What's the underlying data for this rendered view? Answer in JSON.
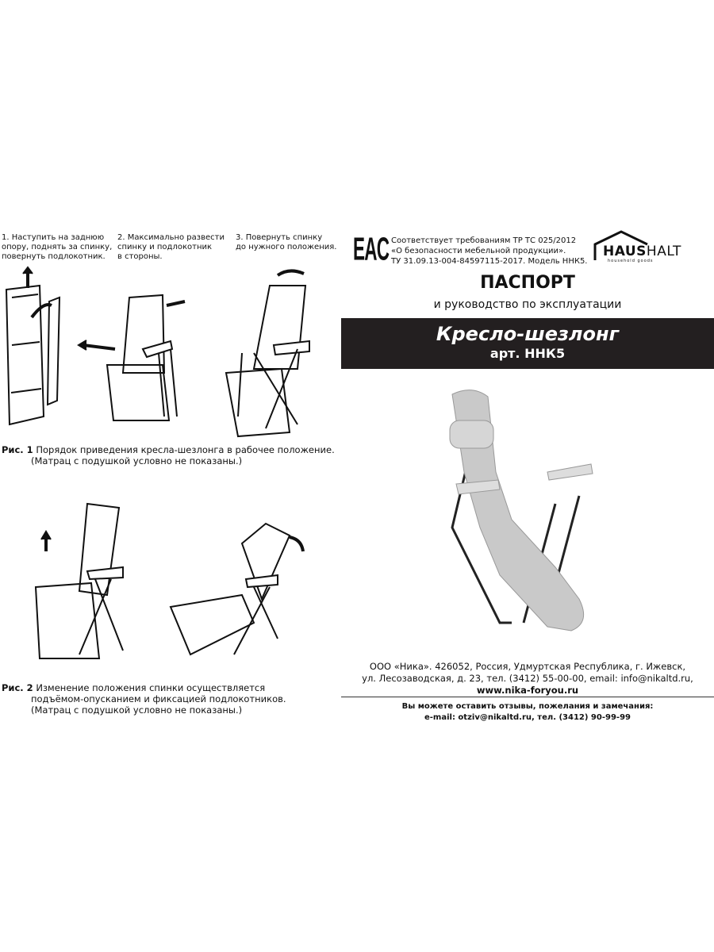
{
  "steps": [
    "1. Наступить на заднюю\nопору, поднять за спинку,\nповернуть подлокотник.",
    "2. Максимально развести\nспинку и подлокотник\nв стороны.",
    "3. Повернуть спинку\nдо нужного положения."
  ],
  "fig1": {
    "label": "Рис. 1",
    "text": "Порядок приведения кресла-шезлонга в рабочее положение.",
    "note": "(Матрац с подушкой условно не показаны.)"
  },
  "fig2": {
    "label": "Рис. 2",
    "text": "Изменение положения спинки осуществляется",
    "text2": "подъёмом-опусканием и фиксацией подлокотников.",
    "note": "(Матрац с подушкой условно не показаны.)"
  },
  "cert": {
    "mark": "EAC",
    "text": "Соответствует требованиям ТР ТС 025/2012\n«О безопасности мебельной продукции».\nТУ 31.09.13-004-84597115-2017. Модель ННК5."
  },
  "brand": {
    "name_bold": "HAUS",
    "name_light": "HALT",
    "tagline": "household goods"
  },
  "title": "ПАСПОРТ",
  "subtitle": "и руководство по эксплуатации",
  "product": {
    "name": "Кресло-шезлонг",
    "article": "арт. ННК5"
  },
  "address": "ООО «Ника». 426052, Россия, Удмуртская Республика, г. Ижевск,\nул. Лесозаводская, д. 23, тел. (3412) 55-00-00, email: info@nikaltd.ru,",
  "website": "www.nika-foryou.ru",
  "feedback": {
    "line1": "Вы можете оставить отзывы, пожелания и замечания:",
    "line2": "e-mail: otziv@nikaltd.ru, тел. (3412) 90-99-99"
  }
}
